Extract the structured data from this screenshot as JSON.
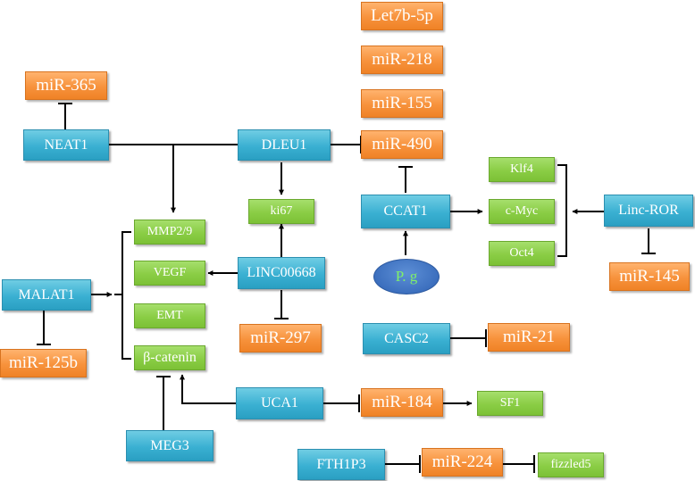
{
  "nodes": {
    "let7b_5p": "Let7b-5p",
    "mir_218": "miR-218",
    "mir_155": "miR-155",
    "mir_490": "miR-490",
    "mir_365": "miR-365",
    "neat1": "NEAT1",
    "dleu1": "DLEU1",
    "ki67": "ki67",
    "mmp2_9": "MMP2/9",
    "vegf": "VEGF",
    "emt": "EMT",
    "beta_catenin": "β-catenin",
    "malat1": "MALAT1",
    "mir_125b": "miR-125b",
    "linc00668": "LINC00668",
    "mir_297": "miR-297",
    "ccat1": "CCAT1",
    "klf4": "Klf4",
    "c_myc": "c-Myc",
    "oct4": "Oct4",
    "linc_ror": "Linc-ROR",
    "mir_145": "miR-145",
    "pg": "P. g",
    "casc2": "CASC2",
    "mir_21": "miR-21",
    "uca1": "UCA1",
    "mir_184": "miR-184",
    "sf1": "SF1",
    "meg3": "MEG3",
    "fth1p3": "FTH1P3",
    "mir_224": "miR-224",
    "fizzled5": "fizzled5"
  },
  "colors": {
    "lncrna_box": "#3ab0d2",
    "mirna_box": "#f7923c",
    "target_box": "#8acd45",
    "pathogen_ellipse": "#3c6fbe",
    "connector": "#000000"
  },
  "edges": [
    {
      "from": "NEAT1",
      "to": "miR-365",
      "type": "inhibit"
    },
    {
      "from": "NEAT1",
      "to": "MMP2/9",
      "type": "activate"
    },
    {
      "from": "DLEU1",
      "to": "MMP2/9",
      "type": "activate"
    },
    {
      "from": "DLEU1",
      "to": "miR-490",
      "type": "inhibit"
    },
    {
      "from": "DLEU1",
      "to": "ki67",
      "type": "activate"
    },
    {
      "from": "LINC00668",
      "to": "ki67",
      "type": "activate"
    },
    {
      "from": "LINC00668",
      "to": "VEGF",
      "type": "activate"
    },
    {
      "from": "LINC00668",
      "to": "miR-297",
      "type": "inhibit"
    },
    {
      "from": "MALAT1",
      "to": "MMP2/9, VEGF, EMT, β-catenin",
      "type": "activate"
    },
    {
      "from": "MALAT1",
      "to": "miR-125b",
      "type": "inhibit"
    },
    {
      "from": "MEG3",
      "to": "β-catenin",
      "type": "inhibit"
    },
    {
      "from": "UCA1",
      "to": "β-catenin",
      "type": "activate"
    },
    {
      "from": "UCA1",
      "to": "miR-184",
      "type": "inhibit"
    },
    {
      "from": "miR-184",
      "to": "SF1",
      "type": "activate"
    },
    {
      "from": "CCAT1",
      "to": "miR-490",
      "type": "inhibit"
    },
    {
      "from": "CCAT1",
      "to": "c-Myc",
      "type": "activate"
    },
    {
      "from": "P. g",
      "to": "CCAT1",
      "type": "activate"
    },
    {
      "from": "Linc-ROR",
      "to": "Klf4, c-Myc, Oct4",
      "type": "activate"
    },
    {
      "from": "Linc-ROR",
      "to": "miR-145",
      "type": "inhibit"
    },
    {
      "from": "CASC2",
      "to": "miR-21",
      "type": "inhibit"
    },
    {
      "from": "FTH1P3",
      "to": "miR-224",
      "type": "inhibit"
    },
    {
      "from": "miR-224",
      "to": "fizzled5",
      "type": "inhibit"
    }
  ]
}
